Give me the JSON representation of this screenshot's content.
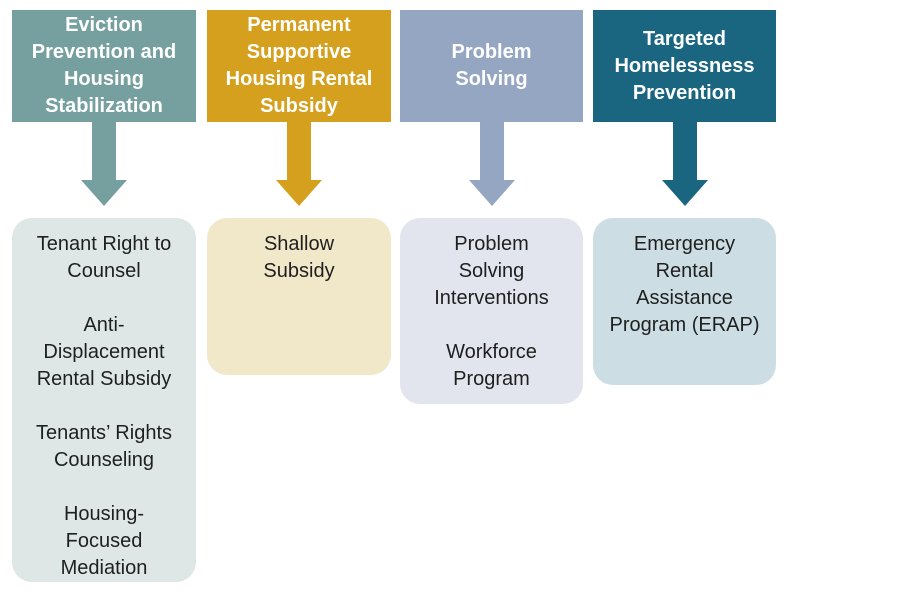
{
  "canvas": {
    "background_color": "#ffffff"
  },
  "text": {
    "header_color": "#ffffff",
    "body_color": "#1f1f1f"
  },
  "columns": [
    {
      "header_lines": [
        "Eviction",
        "Prevention and",
        "Housing",
        "Stabilization"
      ],
      "accent_color": "#75A09F",
      "box_color": "#DEE7E6",
      "items": [
        [
          "Tenant Right to",
          "Counsel"
        ],
        [
          "Anti-",
          "Displacement",
          "Rental Subsidy"
        ],
        [
          "Tenants’ Rights",
          "Counseling"
        ],
        [
          "Housing-",
          "Focused",
          "Mediation"
        ]
      ]
    },
    {
      "header_lines": [
        "Permanent",
        "Supportive",
        "Housing Rental",
        "Subsidy"
      ],
      "accent_color": "#D4A01E",
      "box_color": "#F1E7C9",
      "items": [
        [
          "Shallow",
          "Subsidy"
        ]
      ]
    },
    {
      "header_lines": [
        "Problem",
        "Solving"
      ],
      "accent_color": "#94A6C1",
      "box_color": "#E2E5EE",
      "items": [
        [
          "Problem",
          "Solving",
          "Interventions"
        ],
        [
          "Workforce",
          "Program"
        ]
      ]
    },
    {
      "header_lines": [
        "Targeted",
        "Homelessness",
        "Prevention"
      ],
      "accent_color": "#1A6580",
      "box_color": "#CCDEE4",
      "items": [
        [
          "Emergency",
          "Rental",
          "Assistance",
          "Program (ERAP)"
        ]
      ]
    }
  ]
}
